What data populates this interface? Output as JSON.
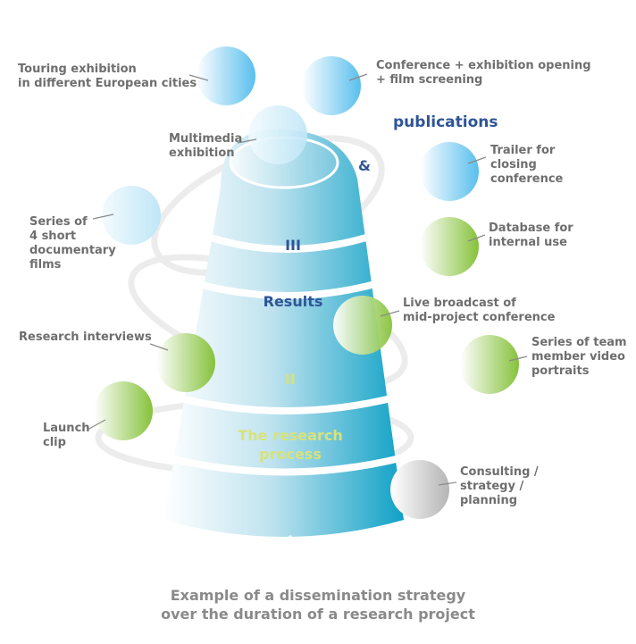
{
  "colors": {
    "blue_accent": "#2f5597",
    "yellow_accent": "#d7e27a",
    "label_gray": "#6e6e6e",
    "caption_gray": "#8a8a8a",
    "bubble_blue": "#5fc3ef",
    "bubble_green": "#8cc63f",
    "bubble_gray": "#bdbdbd",
    "cone_teal": "#1aa3c8"
  },
  "stages": {
    "results": {
      "number": "III",
      "title": "Results"
    },
    "research": {
      "number": "II",
      "title": "The research\nprocess"
    },
    "application": {
      "number": "I",
      "title": "Application"
    }
  },
  "extras": {
    "publications": "publications",
    "ampersand": "&"
  },
  "labels": {
    "touring": "Touring exhibition\nin different European cities",
    "conference": "Conference + exhibition opening\n+ film screening",
    "multimedia": "Multimedia\nexhibition",
    "trailer": "Trailer for\nclosing\nconference",
    "films": "Series of\n4 short\ndocumentary\nfilms",
    "database": "Database for\ninternal use",
    "live": "Live broadcast of\nmid-project conference",
    "interviews": "Research interviews",
    "portraits": "Series of team\nmember video\nportraits",
    "launch": "Launch\nclip",
    "consulting": "Consulting /\nstrategy /\nplanning"
  },
  "caption": "Example of a dissemination strategy\nover the duration of a research project"
}
